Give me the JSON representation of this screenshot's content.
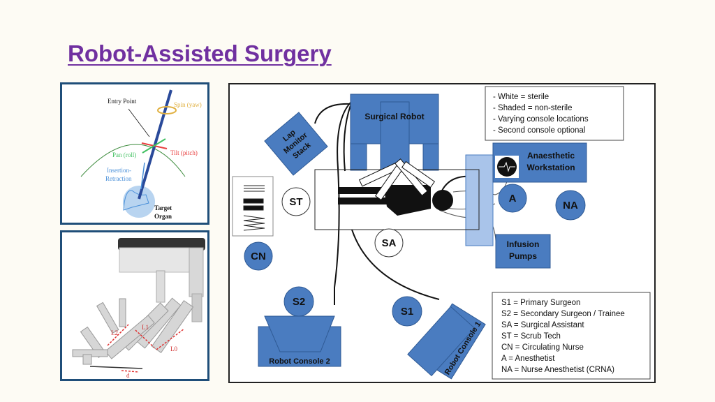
{
  "slide": {
    "title": "Robot-Assisted Surgery"
  },
  "motion_diagram": {
    "entry_point": "Entry Point",
    "spin": "Spin (yaw)",
    "tilt": "Tilt (pitch)",
    "pan": "Pan (roll)",
    "insertion_1": "Insertion-",
    "insertion_2": "Retraction",
    "target_1": "Target",
    "target_2": "Organ",
    "colors": {
      "spin": "#e0b040",
      "tilt": "#e84040",
      "pan": "#40c060",
      "insertion": "#4a90d9",
      "shaft": "#2a4a9a"
    }
  },
  "robot_arm_photo": {
    "labels": [
      "L2",
      "L1",
      "L0",
      "d"
    ]
  },
  "or_layout": {
    "surgical_robot": "Surgical Robot",
    "lap_monitor": [
      "Lap",
      "Monitor",
      "Stack"
    ],
    "anaesthetic": [
      "Anaesthetic",
      "Workstation"
    ],
    "infusion": [
      "Infusion",
      "Pumps"
    ],
    "console2": "Robot Console 2",
    "console1": "Robot Console 1",
    "roles": {
      "st": "ST",
      "sa": "SA",
      "cn": "CN",
      "a": "A",
      "na": "NA",
      "s1": "S1",
      "s2": "S2"
    },
    "notes": [
      "- White = sterile",
      "- Shaded = non-sterile",
      "- Varying console locations",
      "- Second console optional"
    ],
    "key": [
      "S1 = Primary Surgeon",
      "S2 = Secondary Surgeon / Trainee",
      "SA = Surgical Assistant",
      "ST = Scrub Tech",
      "CN = Circulating Nurse",
      "A = Anesthetist",
      "NA = Nurse Anesthetist (CRNA)"
    ],
    "colors": {
      "equipment": "#4a7cc0",
      "column": "#a9c4ea"
    }
  }
}
